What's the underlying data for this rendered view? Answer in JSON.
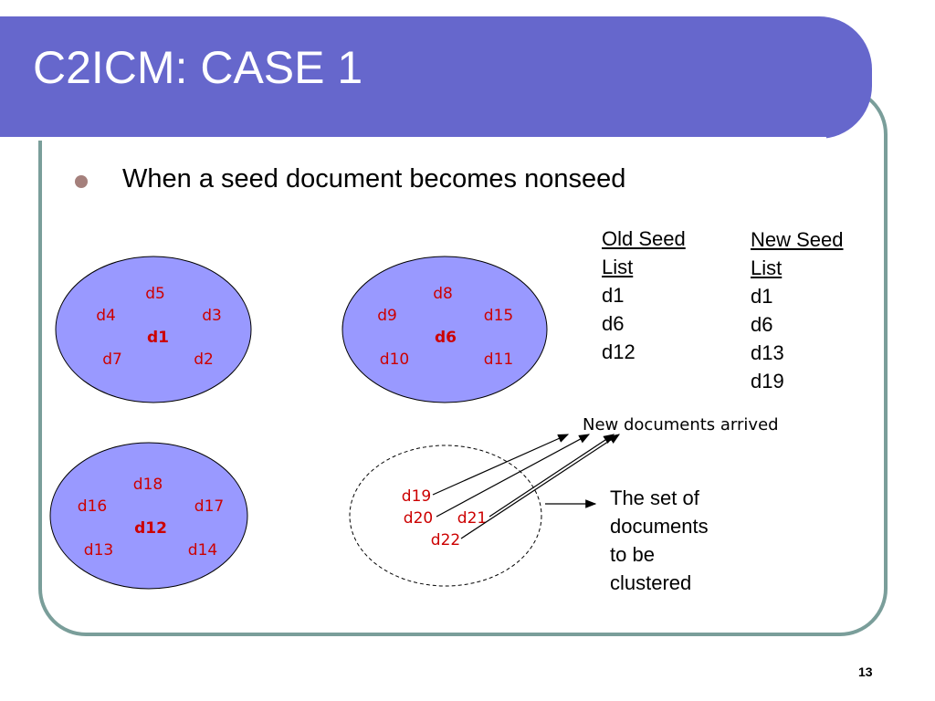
{
  "slide": {
    "title": "C2ICM: CASE 1",
    "bullet": "When a seed document becomes nonseed",
    "page_number": "13"
  },
  "clusters": [
    {
      "id": "cluster-d1",
      "seed": "d1",
      "docs": {
        "top": "d5",
        "left": "d4",
        "right": "d3",
        "bottom_left": "d7",
        "bottom_right": "d2"
      }
    },
    {
      "id": "cluster-d6",
      "seed": "d6",
      "docs": {
        "top": "d8",
        "left": "d9",
        "right": "d15",
        "bottom_left": "d10",
        "bottom_right": "d11"
      }
    },
    {
      "id": "cluster-d12",
      "seed": "d12",
      "docs": {
        "top": "d18",
        "left": "d16",
        "right": "d17",
        "bottom_left": "d13",
        "bottom_right": "d14"
      }
    }
  ],
  "new_docs": [
    "d19",
    "d20",
    "d21",
    "d22"
  ],
  "old_seed_list": {
    "heading_line1": "Old Seed",
    "heading_line2": "List",
    "items": [
      "d1",
      "d6",
      "d12"
    ]
  },
  "new_seed_list": {
    "heading_line1": "New Seed",
    "heading_line2": "List",
    "items": [
      "d1",
      "d6",
      "d13",
      "d19"
    ]
  },
  "labels": {
    "new_documents_arrived": "New documents arrived",
    "set_line1": "The set of",
    "set_line2": "documents",
    "set_line3": "to be",
    "set_line4": "clustered"
  },
  "colors": {
    "title_bar": "#6667cc",
    "cluster_fill": "#9999ff",
    "doc_text": "#cc0000",
    "frame_border": "#7a9e9a"
  }
}
